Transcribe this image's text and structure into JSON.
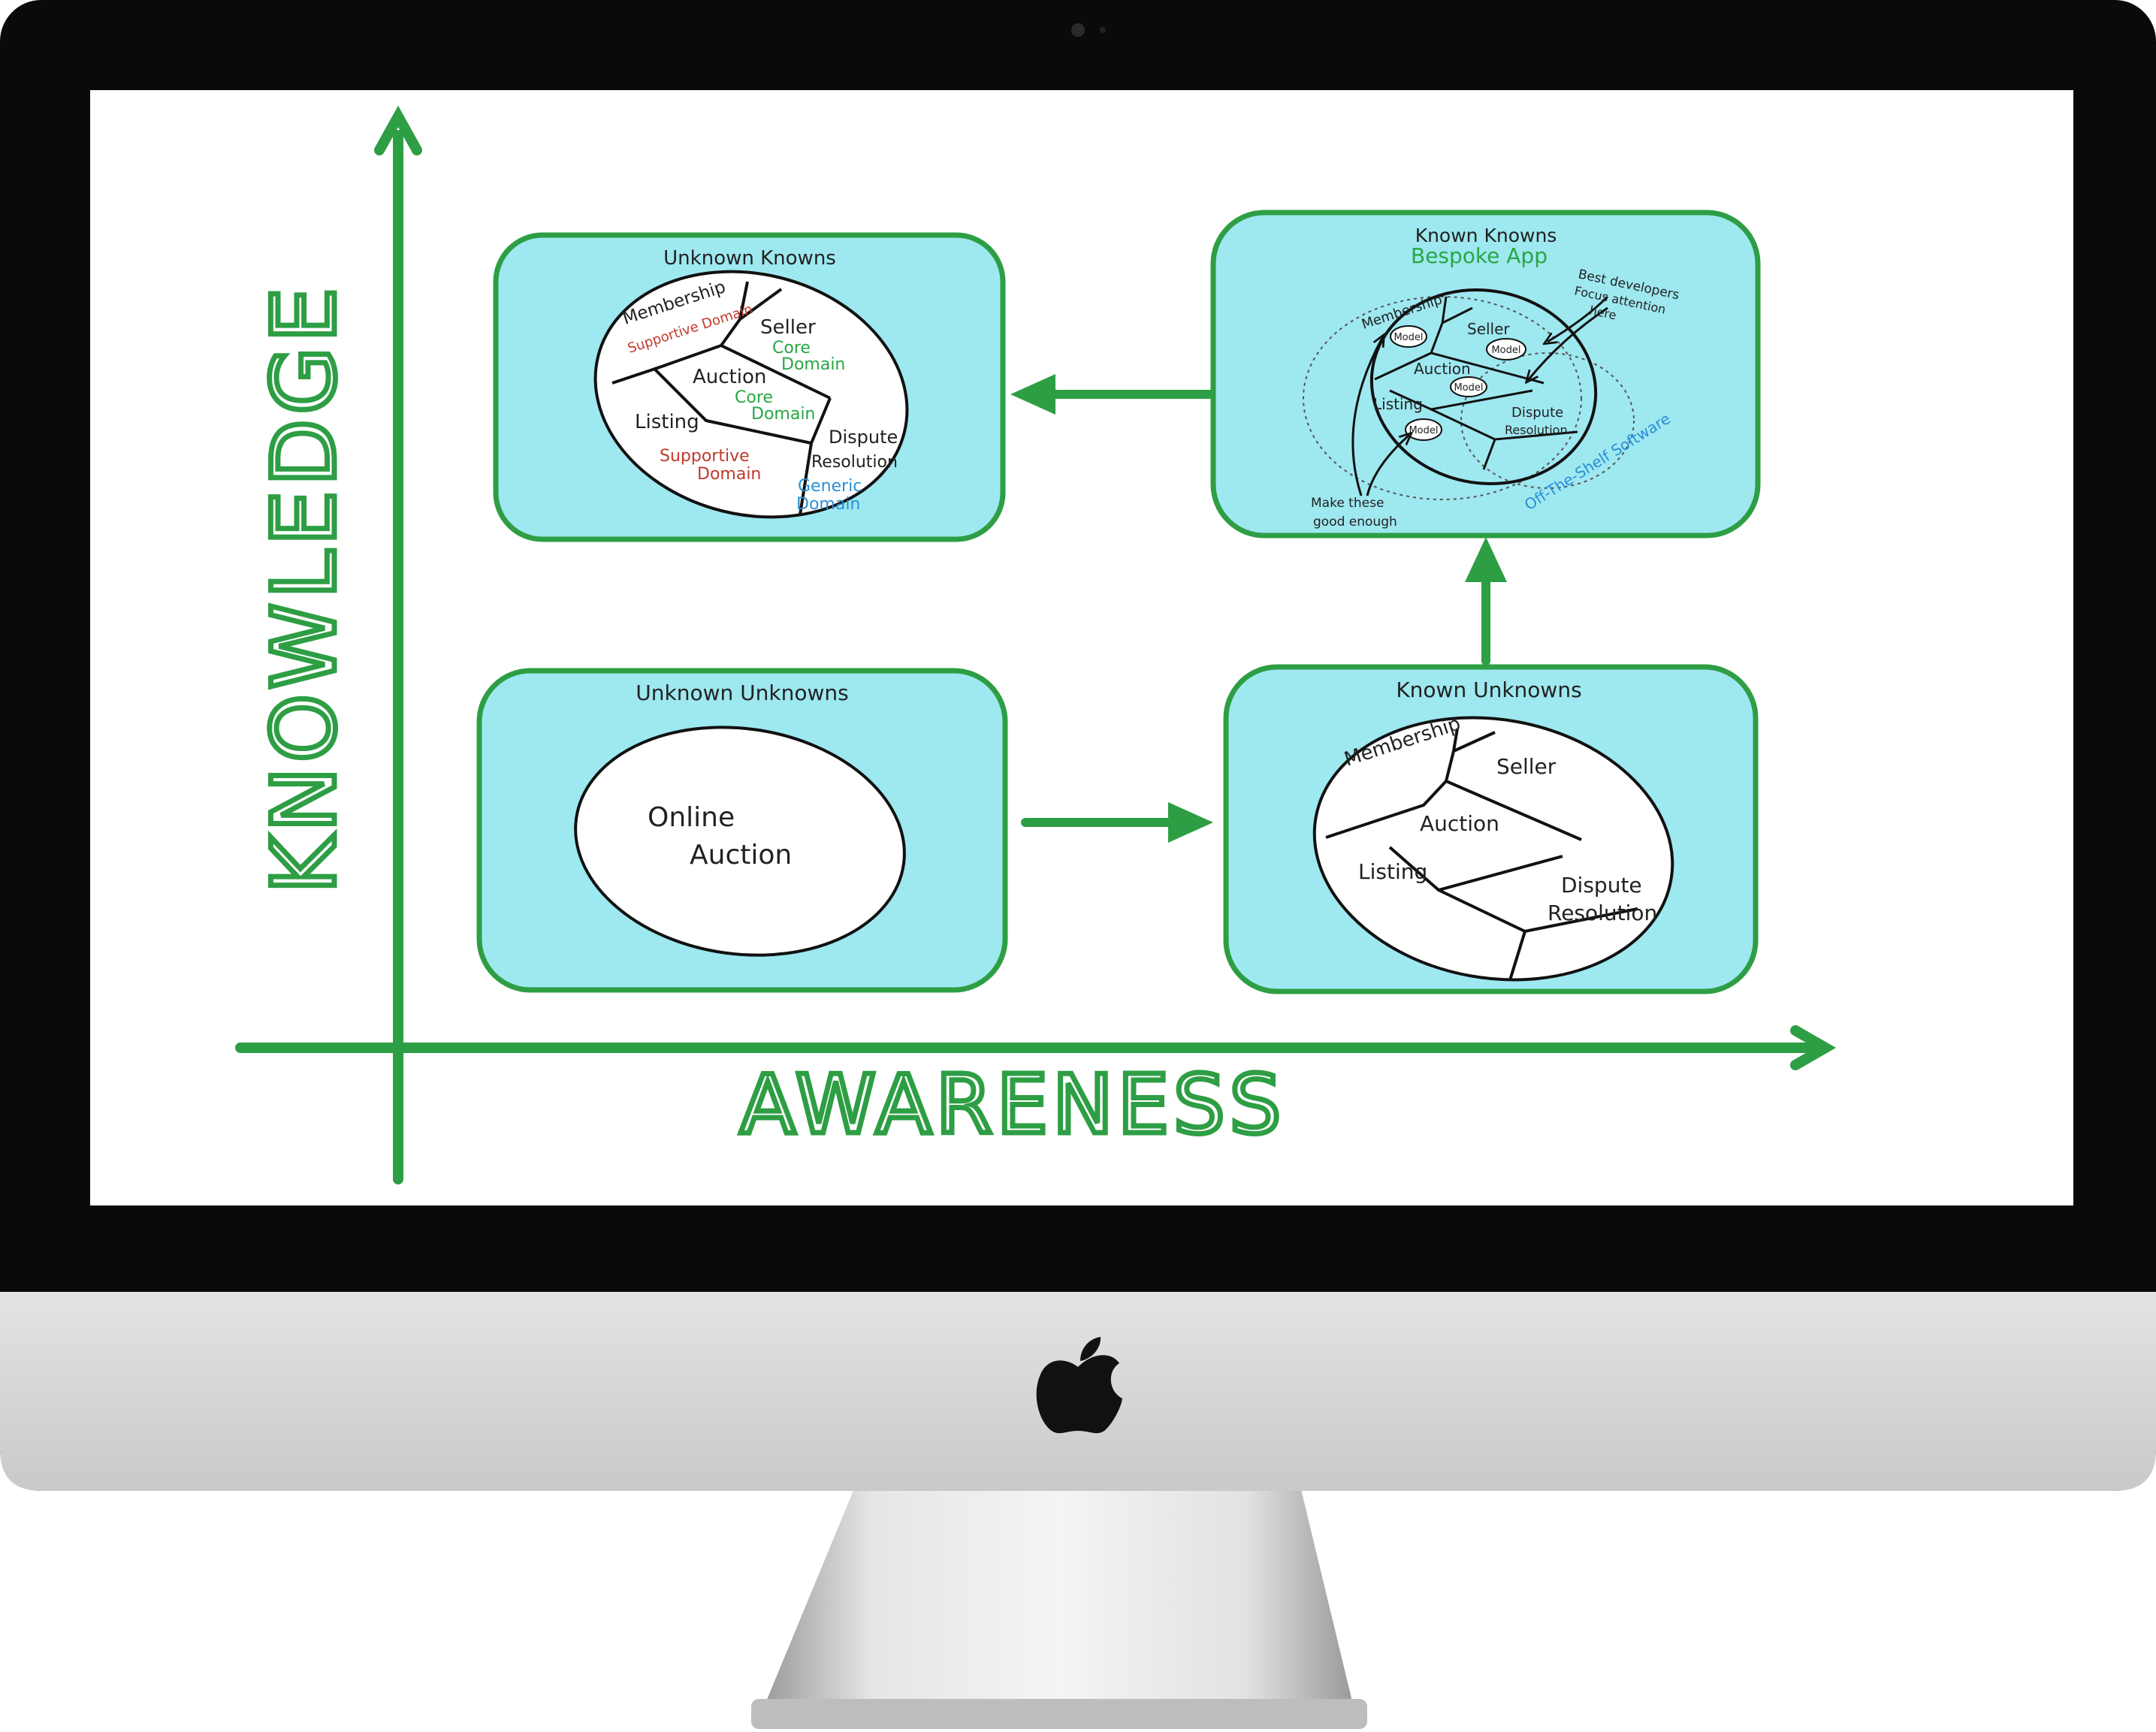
{
  "axes": {
    "y_label": "KNOWLEDGE",
    "x_label": "AWARENESS"
  },
  "quadrants": {
    "unknown_unknowns": {
      "title": "Unknown Unknowns",
      "egg_text_line1": "Online",
      "egg_text_line2": "Auction"
    },
    "known_unknowns": {
      "title": "Known Unknowns",
      "regions": [
        "Membership",
        "Seller",
        "Auction",
        "Listing",
        "Dispute",
        "Resolution"
      ]
    },
    "known_knowns": {
      "title": "Known Knowns",
      "subtitle": "Bespoke App",
      "regions": [
        "Membership",
        "Seller",
        "Auction",
        "Listing",
        "Dispute",
        "Resolution"
      ],
      "model_label": "Model",
      "note_top_lines": [
        "Best developers",
        "Focus attention",
        "here"
      ],
      "note_bottom_lines": [
        "Make these",
        "good enough"
      ],
      "off_the_shelf": "Off-The-Shelf Software"
    },
    "unknown_knowns": {
      "title": "Unknown Knowns",
      "regions": {
        "membership": "Membership",
        "membership_domain": "Supportive Domain",
        "seller": "Seller",
        "seller_domain_line1": "Core",
        "seller_domain_line2": "Domain",
        "auction": "Auction",
        "auction_domain_line1": "Core",
        "auction_domain_line2": "Domain",
        "listing": "Listing",
        "listing_domain_line1": "Supportive",
        "listing_domain_line2": "Domain",
        "dispute": "Dispute",
        "resolution": "Resolution",
        "dispute_domain_line1": "Generic",
        "dispute_domain_line2": "Domain"
      }
    }
  },
  "colors": {
    "green": "#2e9e44",
    "panel": "#9ee8f0",
    "bezel": "#0a0a0a",
    "chin": "#d6d6d6",
    "stand": "#cfcfcf",
    "red_text": "#c0392b",
    "green_text": "#27a744",
    "blue_text": "#2b8fd6"
  },
  "icons": {
    "logo": "apple-logo-icon",
    "camera": "camera-icon"
  }
}
